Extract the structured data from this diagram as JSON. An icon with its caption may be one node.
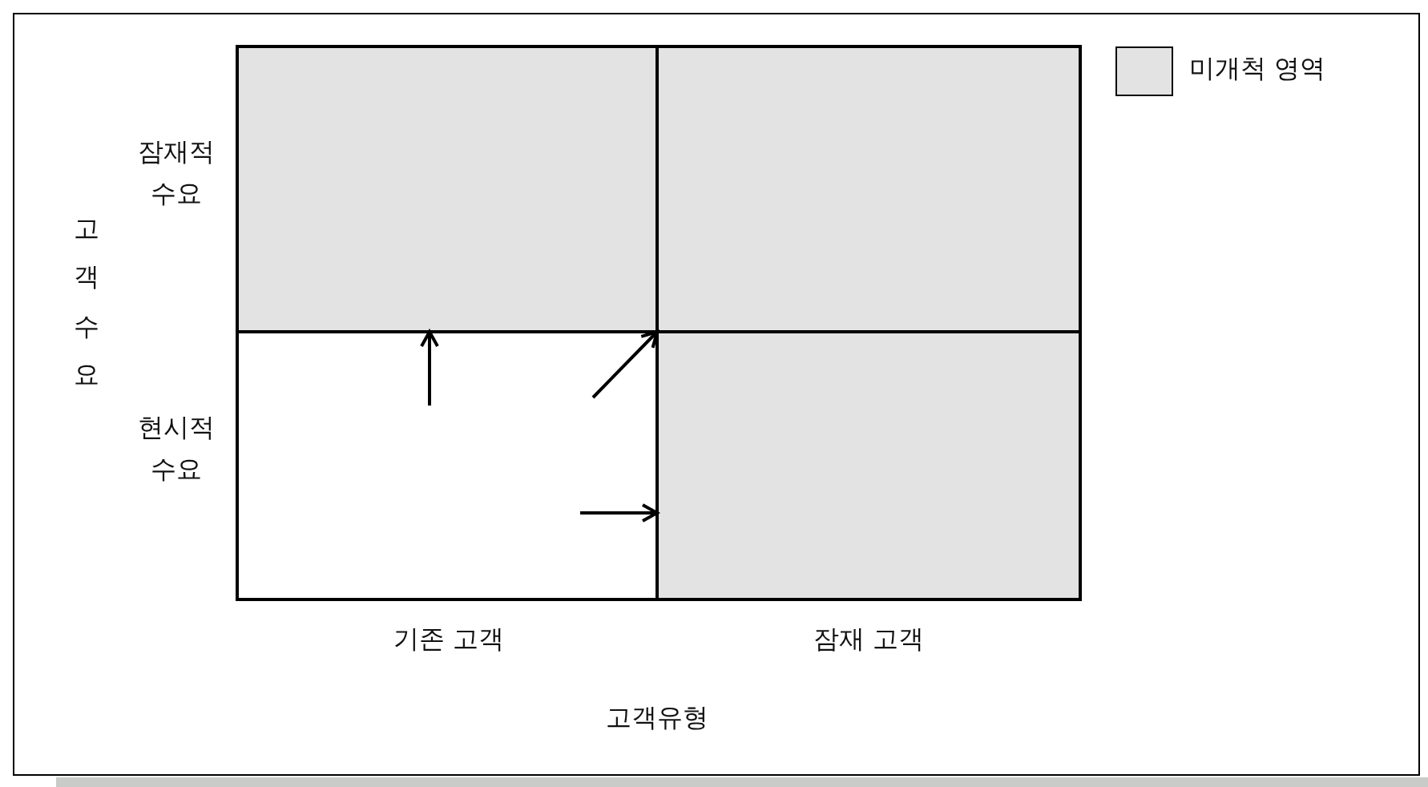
{
  "diagram": {
    "nodes": [
      {
        "text": [],
        "shape": "box"
      },
      {
        "text": [],
        "shape": "box"
      },
      {
        "text": [],
        "shape": "box"
      },
      {
        "text": [],
        "shape": "box"
      }
    ],
    "edges": [
      {
        "from": 2,
        "to": 0,
        "arrow": "to"
      },
      {
        "from": 2,
        "to": 1,
        "arrow": "to"
      },
      {
        "from": 2,
        "to": 3,
        "arrow": "to"
      }
    ],
    "labels": [
      "잠재적 수요",
      "고객수요",
      "현시적 수요",
      "기존 고객",
      "잠재 고객",
      "고객유형"
    ],
    "legend": [
      {
        "text": "미개척 영역",
        "color": "#e3e3e3"
      }
    ]
  }
}
